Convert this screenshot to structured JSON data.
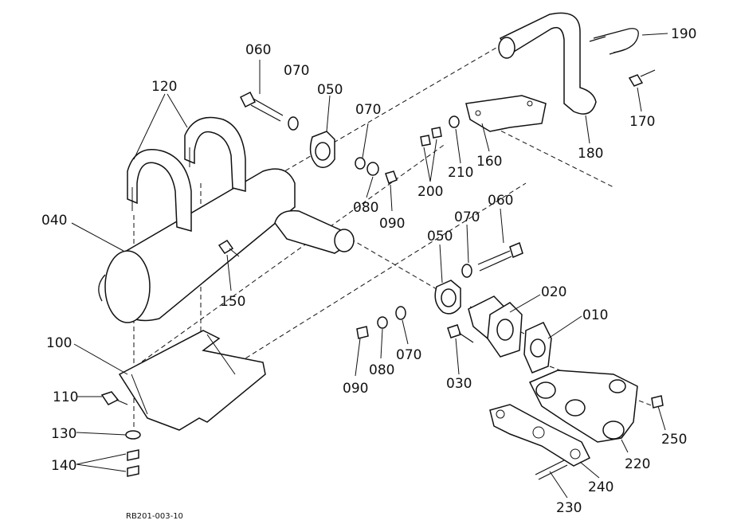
{
  "diagram": {
    "drawing_code": "RB201-003-10",
    "callouts": [
      "010",
      "020",
      "030",
      "040",
      "050",
      "050",
      "060",
      "060",
      "070",
      "070",
      "070",
      "070",
      "080",
      "080",
      "090",
      "090",
      "100",
      "110",
      "120",
      "130",
      "140",
      "150",
      "160",
      "170",
      "180",
      "190",
      "200",
      "210",
      "220",
      "230",
      "240",
      "250"
    ]
  }
}
